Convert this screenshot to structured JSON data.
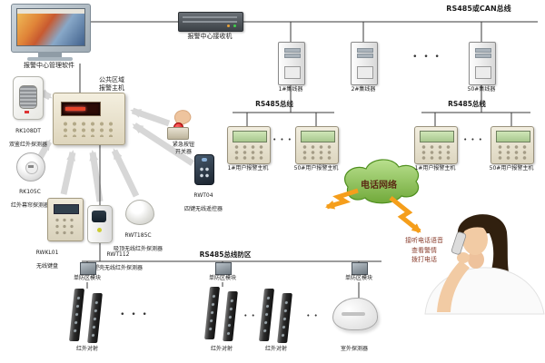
{
  "colors": {
    "bolt_orange": "#f59e1b",
    "cloud_green": "#71a93a",
    "line": "#3a3a3a"
  },
  "center": {
    "software_label": "报警中心管理软件",
    "receiver_label": "报警中心接收机"
  },
  "buses": {
    "top_label": "RS485或CAN总线",
    "left_label": "RS485总线",
    "right_label": "RS485总线",
    "zone_label": "RS485总线防区"
  },
  "repeaters": [
    {
      "label": "1#集线器"
    },
    {
      "label": "2#集线器"
    },
    {
      "label": "50#集线器"
    }
  ],
  "user_hosts": [
    {
      "label": "1#用户报警主机"
    },
    {
      "label": "50#用户报警主机"
    },
    {
      "label": "1#用户报警主机"
    },
    {
      "label": "50#用户报警主机"
    }
  ],
  "phone": {
    "cloud_label": "电话网络",
    "operator_note": "接听电话语音\n查看警情\n拨打电话"
  },
  "public_panel": {
    "label": "公共区域\n报警主机"
  },
  "wireless": {
    "rk108dt": {
      "model": "RK108DT",
      "name": "双鉴红外探测器"
    },
    "rk105c": {
      "model": "RK105C",
      "name": "红外幕帘探测器"
    },
    "rwkl01": {
      "model": "RWKL01",
      "name": "无线键盘"
    },
    "rwt112": {
      "model": "RWT112",
      "name": "塑壳无线红外探测器"
    },
    "rwt185c": {
      "model": "RWT185C",
      "name": "吸顶无线红外探测器"
    },
    "rwt04": {
      "model": "RWT04",
      "name": "四键无线遥控器"
    },
    "emergency": {
      "label": "紧急按钮\n开关器"
    }
  },
  "zone": {
    "modules": [
      {
        "label": "单防区模块"
      },
      {
        "label": "单防区模块"
      },
      {
        "label": "单防区模块"
      }
    ],
    "beams": [
      {
        "label": "红外对射"
      },
      {
        "label": "红外对射"
      },
      {
        "label": "红外对射"
      }
    ],
    "outdoor_label": "室外探测器"
  },
  "misc": {
    "dots3": "• • •",
    "dots2": "• •"
  }
}
